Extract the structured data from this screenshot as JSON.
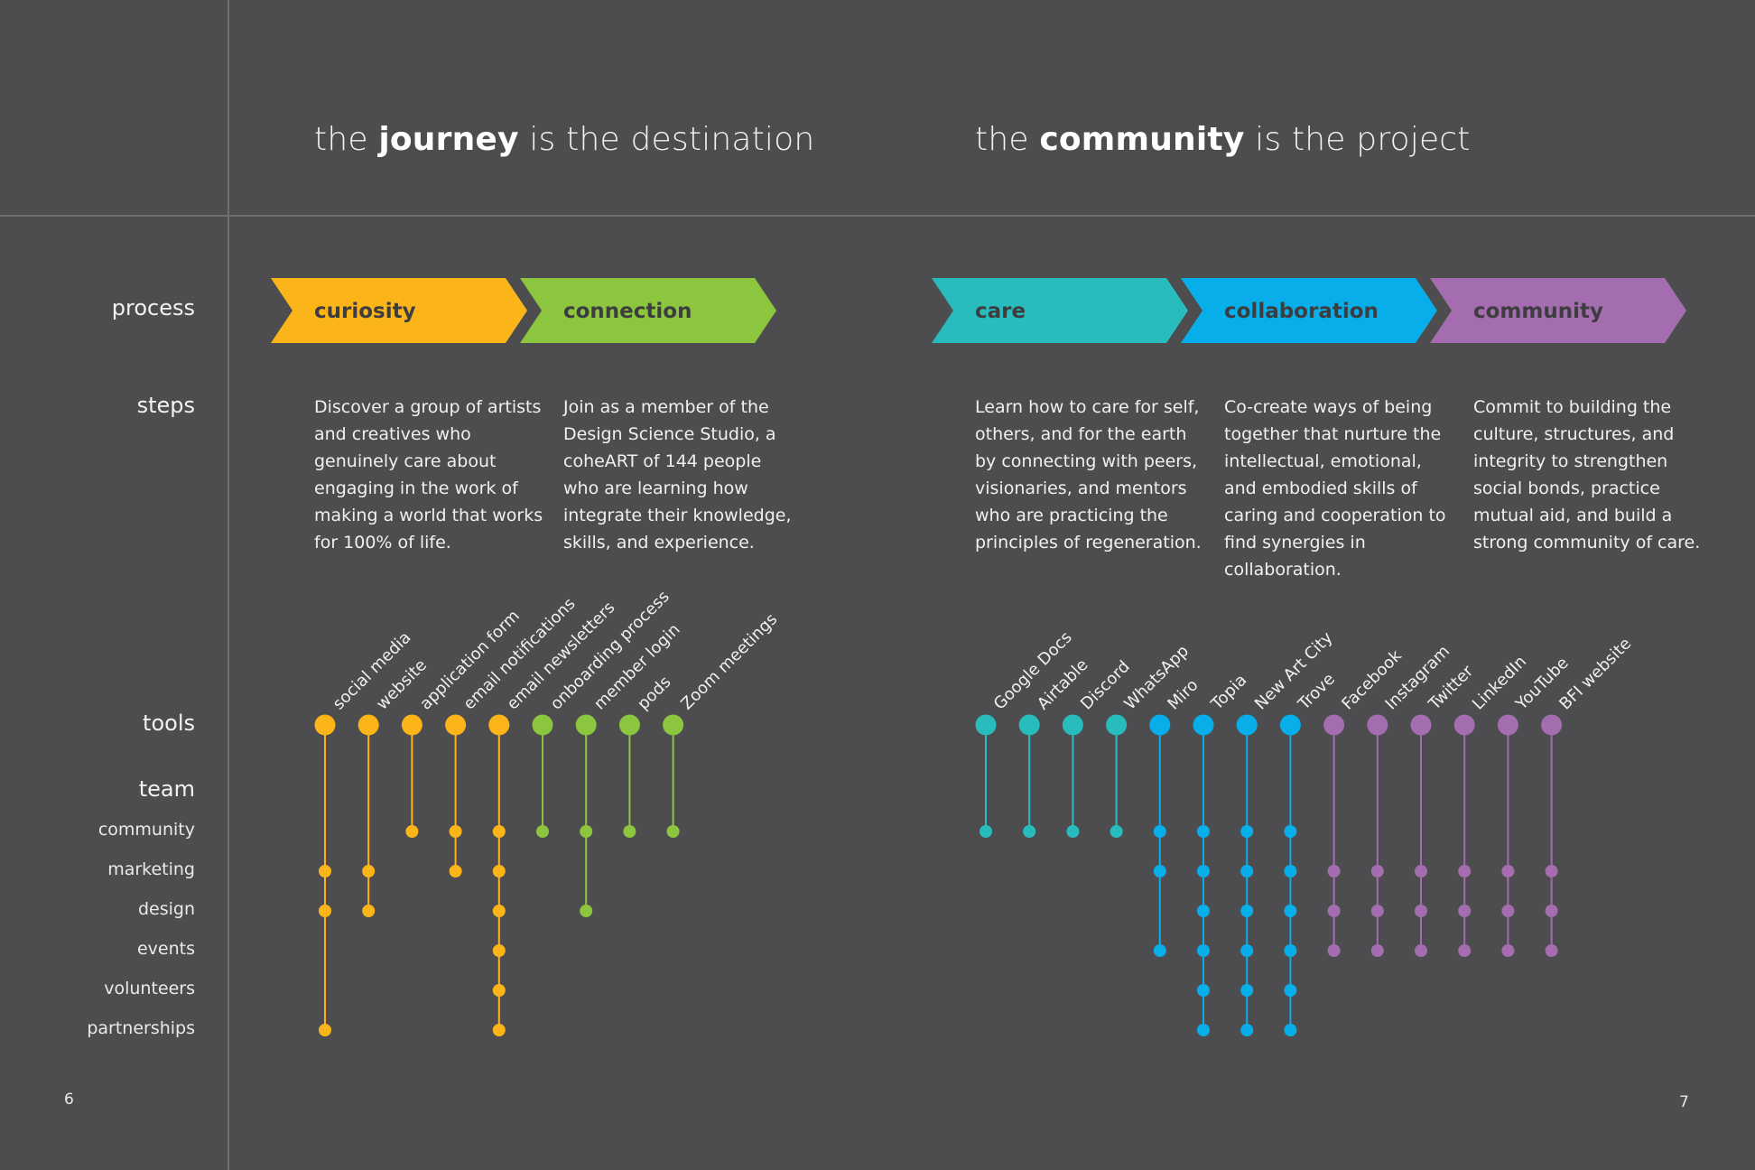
{
  "headings": [
    {
      "pre": "the ",
      "bold": "journey",
      "post": " is the destination"
    },
    {
      "pre": "the ",
      "bold": "community",
      "post": " is the project"
    }
  ],
  "row_labels": {
    "process": "process",
    "steps": "steps",
    "tools": "tools",
    "team": "team"
  },
  "team_rows": [
    "community",
    "marketing",
    "design",
    "events",
    "volunteers",
    "partnerships"
  ],
  "colors": {
    "curiosity": "#fbb519",
    "connection": "#8cc63f",
    "care": "#29bcbd",
    "collaboration": "#08aeea",
    "community": "#a46db0",
    "background": "#4d4d4f",
    "label_dark": "#3d3d3f"
  },
  "phases": [
    {
      "key": "curiosity",
      "label": "curiosity",
      "color": "#fbb519",
      "step": "Discover a group of artists and creatives who genuinely care about engaging in the work of making a world that works for 100% of life."
    },
    {
      "key": "connection",
      "label": "connection",
      "color": "#8cc63f",
      "step": "Join as a member of the Design Science Studio, a coheART of 144 people who are learning how integrate their knowledge, skills, and experience."
    },
    {
      "key": "care",
      "label": "care",
      "color": "#29bcbd",
      "step": "Learn how to care for self, others, and for the earth by connecting with peers, visionaries, and mentors who are practicing the principles of regeneration."
    },
    {
      "key": "collaboration",
      "label": "collaboration",
      "color": "#08aeea",
      "step": "Co-create ways of being together that nurture the intellectual, emotional, and embodied skills of caring and cooperation to find synergies in collaboration."
    },
    {
      "key": "community",
      "label": "community",
      "color": "#a46db0",
      "step": "Commit to building the culture, structures, and integrity to strengthen social bonds, practice mutual aid, and build a strong community of care."
    }
  ],
  "tools": [
    {
      "name": "social media",
      "phase": "curiosity",
      "teams": [
        "marketing",
        "design",
        "partnerships"
      ]
    },
    {
      "name": "website",
      "phase": "curiosity",
      "teams": [
        "marketing",
        "design"
      ]
    },
    {
      "name": "application form",
      "phase": "curiosity",
      "teams": [
        "community"
      ]
    },
    {
      "name": "email notifications",
      "phase": "curiosity",
      "teams": [
        "community",
        "marketing"
      ]
    },
    {
      "name": "email newsletters",
      "phase": "curiosity",
      "teams": [
        "community",
        "marketing",
        "design",
        "events",
        "volunteers",
        "partnerships"
      ]
    },
    {
      "name": "onboarding process",
      "phase": "connection",
      "teams": [
        "community"
      ]
    },
    {
      "name": "member login",
      "phase": "connection",
      "teams": [
        "community",
        "design"
      ]
    },
    {
      "name": "pods",
      "phase": "connection",
      "teams": [
        "community"
      ]
    },
    {
      "name": "Zoom meetings",
      "phase": "connection",
      "teams": [
        "community"
      ]
    },
    {
      "name": "Google Docs",
      "phase": "care",
      "teams": [
        "community"
      ]
    },
    {
      "name": "Airtable",
      "phase": "care",
      "teams": [
        "community"
      ]
    },
    {
      "name": "Discord",
      "phase": "care",
      "teams": [
        "community"
      ]
    },
    {
      "name": "WhatsApp",
      "phase": "care",
      "teams": [
        "community"
      ]
    },
    {
      "name": "Miro",
      "phase": "collaboration",
      "teams": [
        "community",
        "marketing",
        "events"
      ]
    },
    {
      "name": "Topia",
      "phase": "collaboration",
      "teams": [
        "community",
        "marketing",
        "design",
        "events",
        "volunteers",
        "partnerships"
      ]
    },
    {
      "name": "New Art City",
      "phase": "collaboration",
      "teams": [
        "community",
        "marketing",
        "design",
        "events",
        "volunteers",
        "partnerships"
      ]
    },
    {
      "name": "Trove",
      "phase": "collaboration",
      "teams": [
        "community",
        "marketing",
        "design",
        "events",
        "volunteers",
        "partnerships"
      ]
    },
    {
      "name": "Facebook",
      "phase": "community",
      "teams": [
        "marketing",
        "design",
        "events"
      ]
    },
    {
      "name": "Instagram",
      "phase": "community",
      "teams": [
        "marketing",
        "design",
        "events"
      ]
    },
    {
      "name": "Twitter",
      "phase": "community",
      "teams": [
        "marketing",
        "design",
        "events"
      ]
    },
    {
      "name": "LinkedIn",
      "phase": "community",
      "teams": [
        "marketing",
        "design",
        "events"
      ]
    },
    {
      "name": "YouTube",
      "phase": "community",
      "teams": [
        "marketing",
        "design",
        "events"
      ]
    },
    {
      "name": "BFI website",
      "phase": "community",
      "teams": [
        "marketing",
        "design",
        "events"
      ]
    }
  ],
  "page_numbers": {
    "left": "6",
    "right": "7"
  }
}
